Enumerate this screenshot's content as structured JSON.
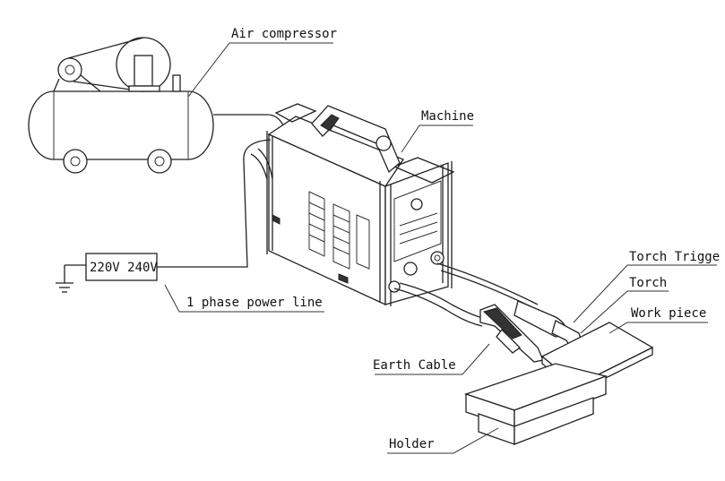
{
  "labels": {
    "air_compressor": "Air compressor",
    "machine": "Machine",
    "voltage": "220V 240V",
    "power_line": "1 phase power line",
    "torch_trigger": "Torch Trigge",
    "torch": "Torch",
    "work_piece": "Work piece",
    "earth_cable": "Earth Cable",
    "holder": "Holder"
  }
}
